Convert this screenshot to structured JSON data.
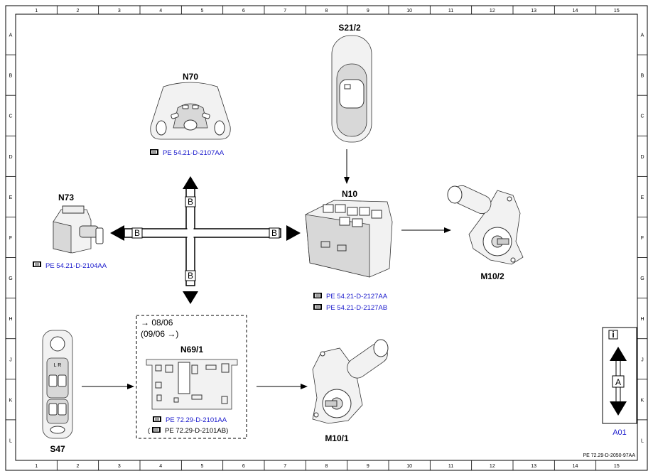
{
  "frame": {
    "columns": [
      "1",
      "2",
      "3",
      "4",
      "5",
      "6",
      "7",
      "8",
      "9",
      "10",
      "11",
      "12",
      "13",
      "14",
      "15"
    ],
    "rows": [
      "A",
      "B",
      "C",
      "D",
      "E",
      "F",
      "G",
      "H",
      "J",
      "K",
      "L"
    ]
  },
  "components": {
    "n70": {
      "label": "N70",
      "ref": "PE 54.21-D-2107AA"
    },
    "s21_2": {
      "label": "S21/2"
    },
    "n73": {
      "label": "N73",
      "ref": "PE 54.21-D-2104AA"
    },
    "n10": {
      "label": "N10",
      "ref1": "PE 54.21-D-2127AA",
      "ref2": "PE 54.21-D-2127AB"
    },
    "m10_2": {
      "label": "M10/2"
    },
    "n69_1": {
      "label": "N69/1",
      "validity1": "08/06",
      "validity2": "(09/06",
      "validity2_end": ")",
      "ref1": "PE 72.29-D-2101AA",
      "ref2_open": "(",
      "ref2": "PE 72.29-D-2101AB)"
    },
    "s47": {
      "label": "S47"
    },
    "m10_1": {
      "label": "M10/1"
    }
  },
  "bus_label": "B",
  "legend": {
    "info_symbol": "i",
    "marker": "A",
    "code": "A01"
  },
  "doc_id": "PE 72.29-D-2050-97AA",
  "colors": {
    "link": "#1a1acc",
    "line": "#000000"
  }
}
